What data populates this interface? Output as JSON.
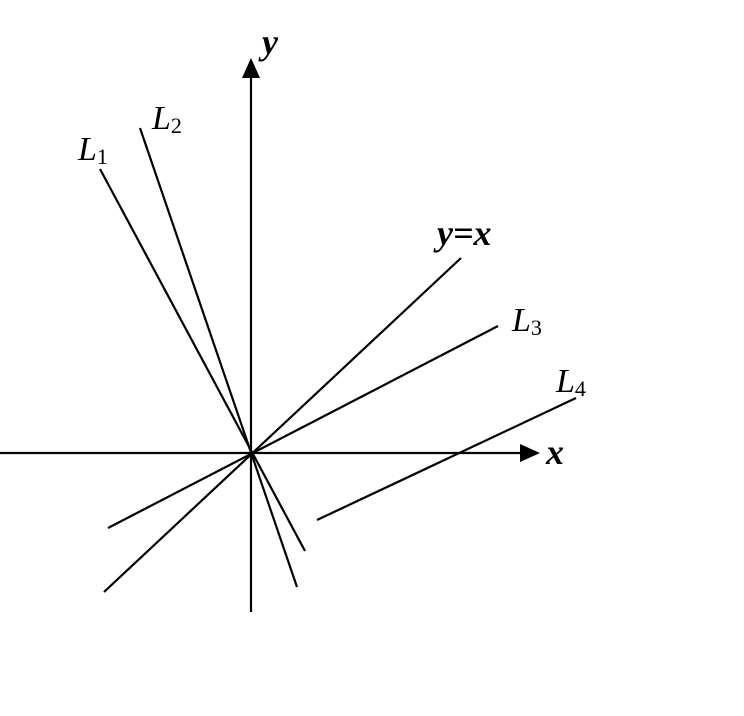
{
  "diagram": {
    "axes": {
      "x_label": "x",
      "y_label": "y"
    },
    "lines": {
      "L1": {
        "base": "L",
        "sub": "1"
      },
      "L2": {
        "base": "L",
        "sub": "2"
      },
      "L3": {
        "base": "L",
        "sub": "3"
      },
      "L4": {
        "base": "L",
        "sub": "4"
      },
      "diag": {
        "label": "y=x"
      }
    },
    "colors": {
      "stroke": "#000000",
      "background": "#ffffff"
    }
  }
}
